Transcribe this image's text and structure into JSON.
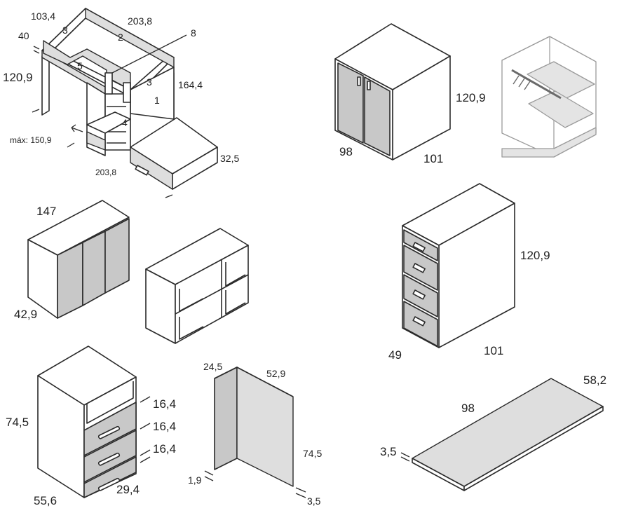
{
  "bunk_bed": {
    "dims": {
      "top_depth": "103,4",
      "top_length": "203,8",
      "rail_height": "40",
      "side_height": "120,9",
      "total_height": "164,4",
      "max_width": "máx: 150,9",
      "bottom_length": "203,8",
      "bed_height": "32,5"
    },
    "parts": [
      "3",
      "2",
      "8",
      "5",
      "3",
      "1",
      "4"
    ]
  },
  "wardrobe": {
    "height": "120,9",
    "depth": "98",
    "width": "101"
  },
  "sideboard": {
    "width": "147",
    "depth": "42,9"
  },
  "drawer_tower": {
    "height": "120,9",
    "depth": "49",
    "width": "101"
  },
  "desk_unit": {
    "height": "74,5",
    "depth": "55,6",
    "width": "29,4",
    "drawers": [
      "16,4",
      "16,4",
      "16,4"
    ]
  },
  "panel": {
    "depth": "24,5",
    "width": "52,9",
    "height": "74,5",
    "edge_left": "1,9",
    "edge_right": "3,5"
  },
  "shelf": {
    "depth": "98",
    "width": "58,2",
    "thickness": "3,5"
  }
}
